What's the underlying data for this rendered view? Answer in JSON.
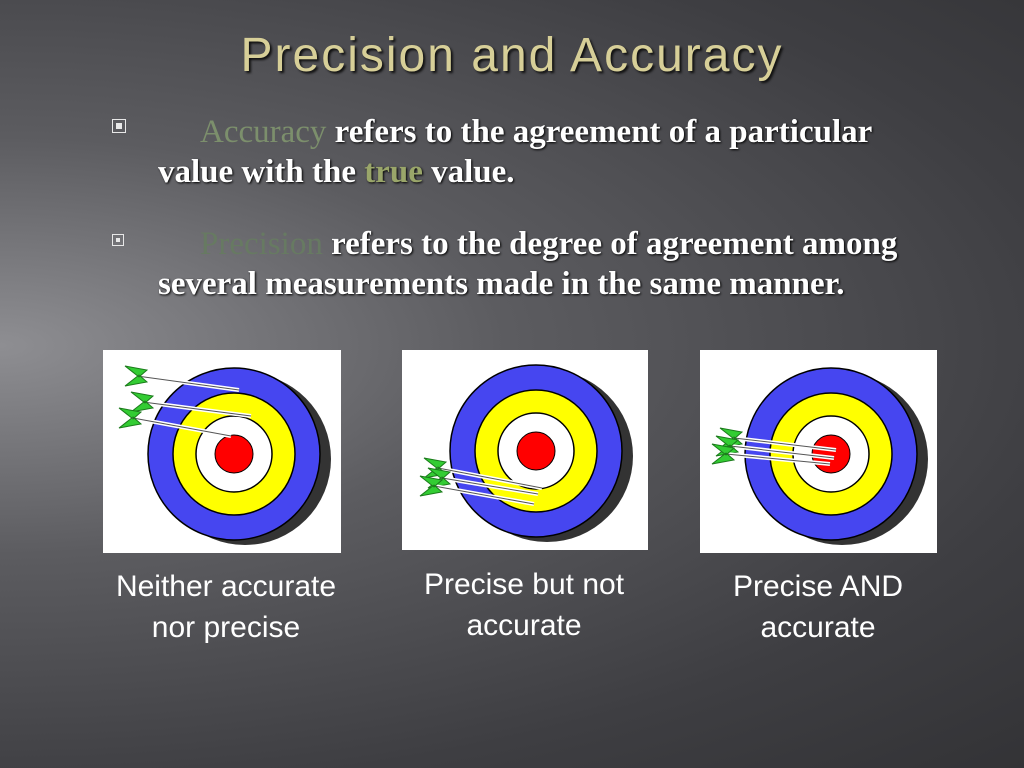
{
  "slide": {
    "title": "Precision and Accuracy",
    "bullets": [
      {
        "term": "Accuracy",
        "text_1": " refers to the agreement of a particular value with the ",
        "highlight": "true",
        "text_2": " value."
      },
      {
        "term": "Precision",
        "text_1": " refers to the degree of agreement among several measurements made in the same manner."
      }
    ],
    "captions": [
      "Neither accurate nor precise",
      "Precise but not accurate",
      "Precise AND accurate"
    ]
  },
  "colors": {
    "title": "#d7cf98",
    "term": "#7c8f6c",
    "highlight": "#9aa66a",
    "target_blue": "#4646f0",
    "target_yellow": "#ffff00",
    "target_red": "#ff0000",
    "fletching": "#33cc33"
  }
}
